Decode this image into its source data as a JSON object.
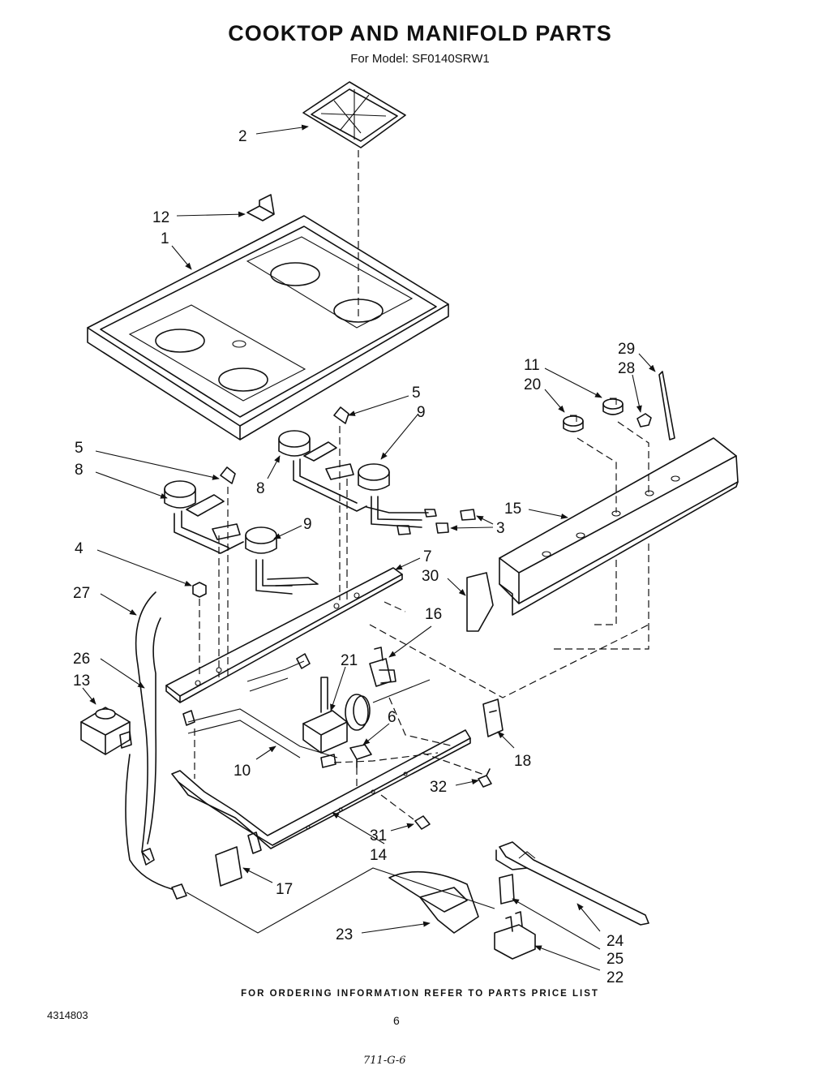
{
  "header": {
    "title": "COOKTOP  AND MANIFOLD PARTS",
    "model_line": "For Model: SF0140SRW1"
  },
  "footer": {
    "ordering_info": "FOR ORDERING INFORMATION REFER TO PARTS PRICE LIST",
    "doc_number": "4314803",
    "page_number": "6",
    "handwritten_note": "711-G-6"
  },
  "callouts": {
    "c2": "2",
    "c12": "12",
    "c1": "1",
    "c5a": "5",
    "c9a": "9",
    "c8a": "8",
    "c5b": "5",
    "c8b": "8",
    "c9b": "9",
    "c3": "3",
    "c15": "15",
    "c4": "4",
    "c7": "7",
    "c27": "27",
    "c30": "30",
    "c16": "16",
    "c21": "21",
    "c26": "26",
    "c13": "13",
    "c6": "6",
    "c18": "18",
    "c10": "10",
    "c32": "32",
    "c31": "31",
    "c14": "14",
    "c17": "17",
    "c23": "23",
    "c24": "24",
    "c25": "25",
    "c22": "22",
    "c11": "11",
    "c20": "20",
    "c29": "29",
    "c28": "28"
  }
}
